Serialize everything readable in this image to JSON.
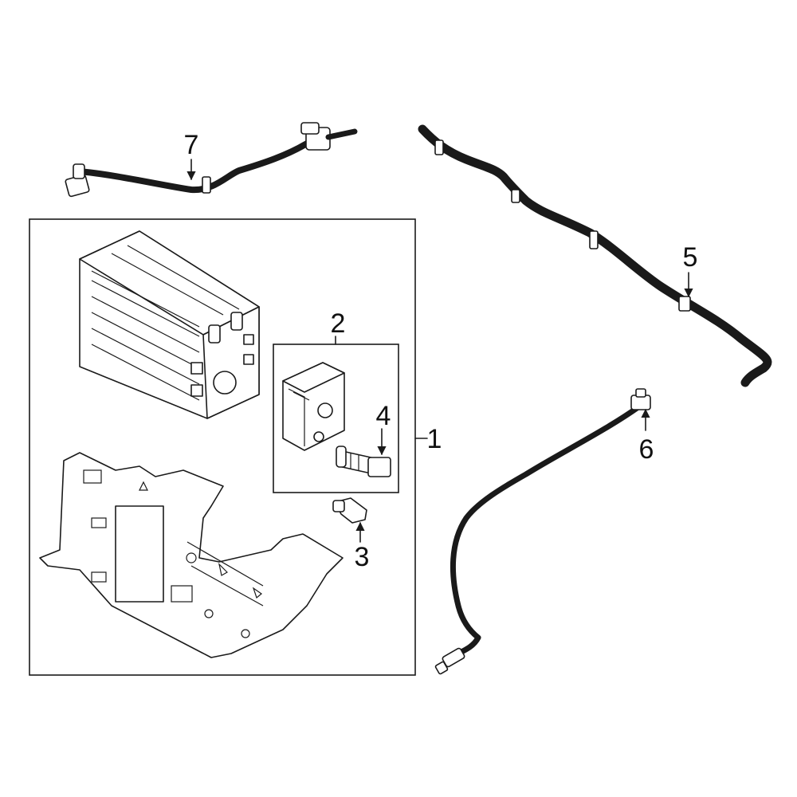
{
  "colors": {
    "highlight": "#2d46a8",
    "highlight_dark": "#1a2a6e",
    "line": "#1a1a1a",
    "background": "#ffffff"
  },
  "callouts": {
    "c1": "1",
    "c2": "2",
    "c3": "3",
    "c4": "4",
    "c5": "5",
    "c6": "6",
    "c7": "7"
  }
}
